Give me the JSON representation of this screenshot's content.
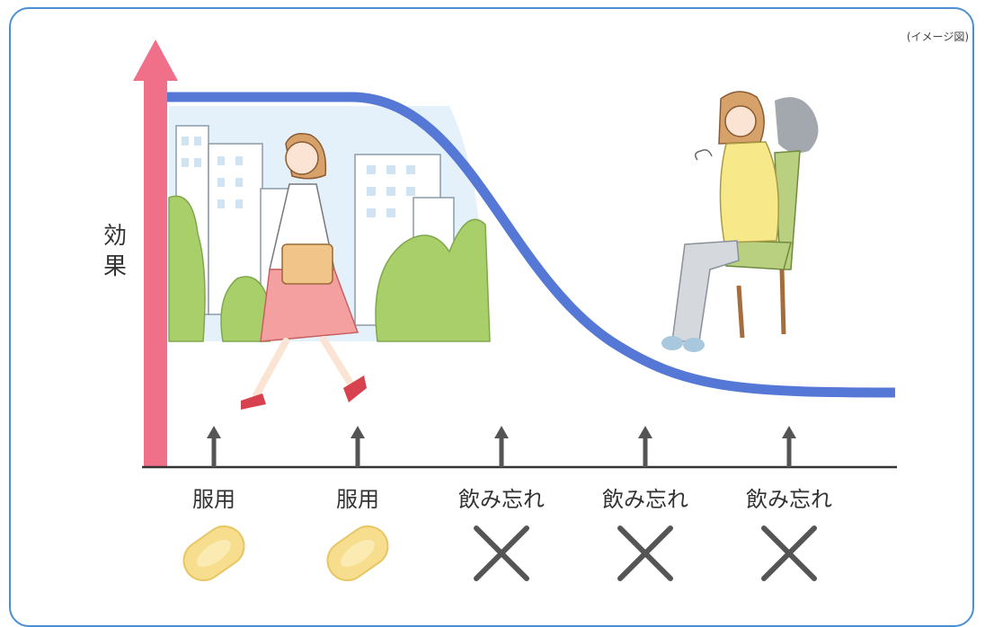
{
  "note": "(イメージ図)",
  "y_axis_label": [
    "効",
    "果"
  ],
  "colors": {
    "frame": "#4a8fd6",
    "effect_arrow": "#f0708a",
    "effect_curve": "#5577d6",
    "pill": "#f7dd8e",
    "cross": "#555555"
  },
  "events": [
    {
      "label": "服用",
      "marker": "pill-icon"
    },
    {
      "label": "服用",
      "marker": "pill-icon"
    },
    {
      "label": "飲み忘れ",
      "marker": "cross-icon"
    },
    {
      "label": "飲み忘れ",
      "marker": "cross-icon"
    },
    {
      "label": "飲み忘れ",
      "marker": "cross-icon"
    }
  ]
}
